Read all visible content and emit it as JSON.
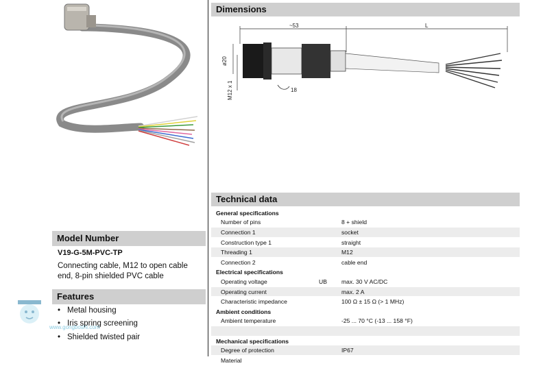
{
  "dimensions": {
    "title": "Dimensions",
    "len_connector": "~53",
    "len_cable": "L",
    "dia": "ø20",
    "thread": "M12 x 1",
    "wrench": "18"
  },
  "model": {
    "title": "Model Number",
    "number": "V19-G-5M-PVC-TP",
    "description": "Connecting cable, M12 to open cable end, 8-pin shielded PVC cable"
  },
  "features": {
    "title": "Features",
    "items": [
      "Metal housing",
      "Iris spring screening",
      "Shielded twisted pair"
    ]
  },
  "tech": {
    "title": "Technical data",
    "groups": [
      {
        "name": "General specifications",
        "rows": [
          {
            "label": "Number of pins",
            "sym": "",
            "value": "8 + shield"
          },
          {
            "label": "Connection 1",
            "sym": "",
            "value": "socket"
          },
          {
            "label": "Construction type 1",
            "sym": "",
            "value": "straight"
          },
          {
            "label": "Threading 1",
            "sym": "",
            "value": "M12"
          },
          {
            "label": "Connection 2",
            "sym": "",
            "value": "cable end"
          }
        ]
      },
      {
        "name": "Electrical specifications",
        "rows": [
          {
            "label": "Operating voltage",
            "sym": "UB",
            "value": "max. 30 V AC/DC"
          },
          {
            "label": "Operating current",
            "sym": "",
            "value": "max. 2 A"
          },
          {
            "label": "Characteristic impedance",
            "sym": "",
            "value": "100 Ω ± 15 Ω (> 1 MHz)"
          }
        ]
      },
      {
        "name": "Ambient conditions",
        "rows": [
          {
            "label": "Ambient temperature",
            "sym": "",
            "value": "-25 ... 70 °C (-13 ... 158 °F)"
          }
        ]
      },
      {
        "name": "Mechanical specifications",
        "rows": [
          {
            "label": "Degree of protection",
            "sym": "",
            "value": "IP67"
          },
          {
            "label": "Material",
            "sym": "",
            "value": ""
          }
        ]
      }
    ]
  },
  "watermark": {
    "text": "www.gongboshi.com"
  }
}
